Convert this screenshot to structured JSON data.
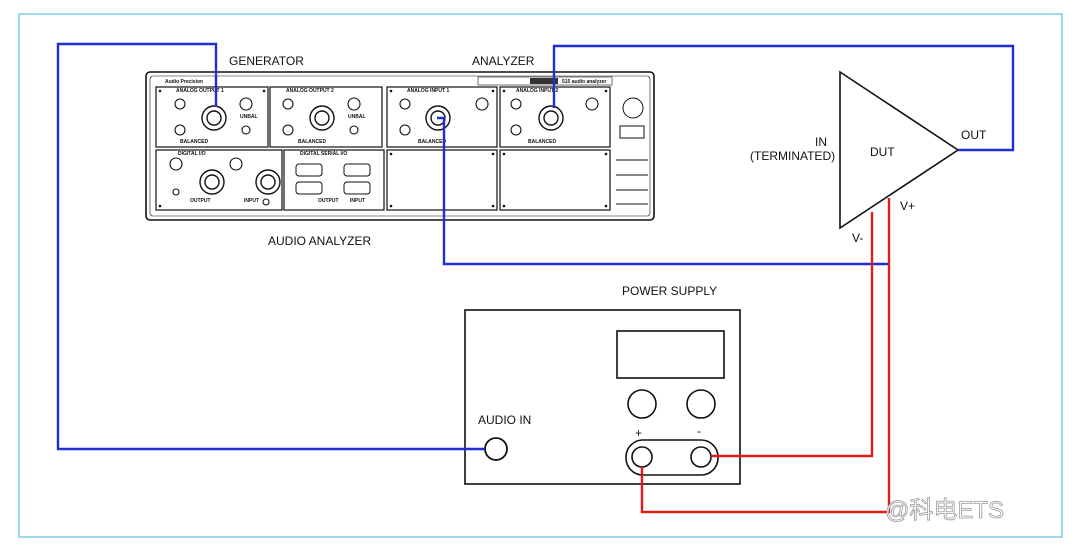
{
  "labels": {
    "generator": "GENERATOR",
    "analyzer": "ANALYZER",
    "audio_analyzer": "AUDIO ANALYZER",
    "power_supply": "POWER SUPPLY",
    "audio_in": "AUDIO IN",
    "dut": "DUT",
    "in": "IN",
    "terminated": "(TERMINATED)",
    "out": "OUT",
    "v_minus": "V-",
    "v_plus": "V+",
    "plus_sign": "+",
    "minus_sign": "-"
  },
  "analyzer_panel": {
    "brand": "Audio Precision",
    "model": "515 audio analyzer",
    "analog_output_1": "ANALOG OUTPUT 1",
    "analog_output_2": "ANALOG OUTPUT 2",
    "analog_input_1": "ANALOG INPUT 1",
    "analog_input_2": "ANALOG INPUT 2",
    "digital_io": "DIGITAL I/O",
    "digital_serial_io": "DIGITAL SERIAL I/O",
    "balanced": "BALANCED",
    "unbal": "UNBAL",
    "output": "OUTPUT",
    "input": "INPUT"
  },
  "watermark": "@科电ETS",
  "colors": {
    "frame": "#5bc0de",
    "audio_wire": "#1f2fd6",
    "power_wire": "#e01b1b",
    "outline": "#111111"
  }
}
